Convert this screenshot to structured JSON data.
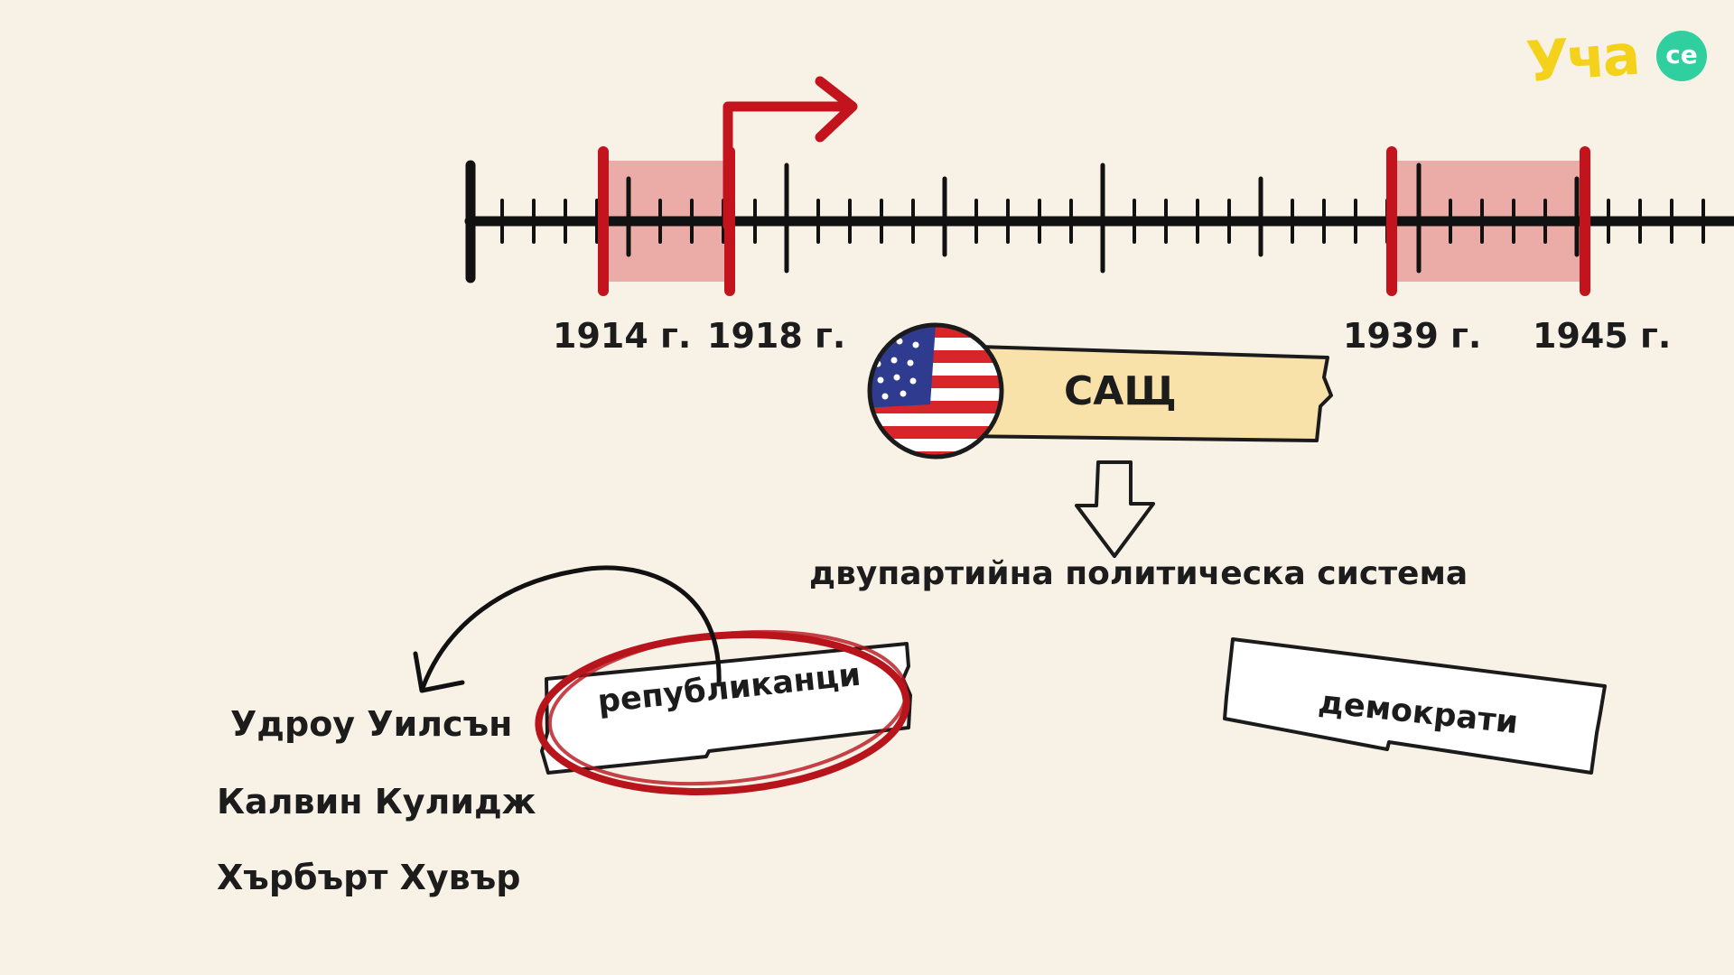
{
  "logo": {
    "text": "Уча",
    "badge": "се",
    "text_color": "#f4d21c",
    "badge_color": "#2fcfa0"
  },
  "timeline": {
    "years": [
      {
        "label": "1914 г."
      },
      {
        "label": "1918 г."
      },
      {
        "label": "1939 г."
      },
      {
        "label": "1945 г."
      }
    ],
    "highlight_color": "#e79a96",
    "marker_color": "#c3141e"
  },
  "country": {
    "label": "САЩ",
    "icon": "usa-flag-ball-icon",
    "banner_color": "#f8e2a9"
  },
  "system": {
    "label": "двупартийна политическа система"
  },
  "parties": {
    "republicans": "републиканци",
    "democrats": "демократи",
    "circle_color": "#b8141c"
  },
  "presidents": [
    "Удроу Уилсън",
    "Калвин Кулидж",
    "Хърбърт Хувър"
  ]
}
